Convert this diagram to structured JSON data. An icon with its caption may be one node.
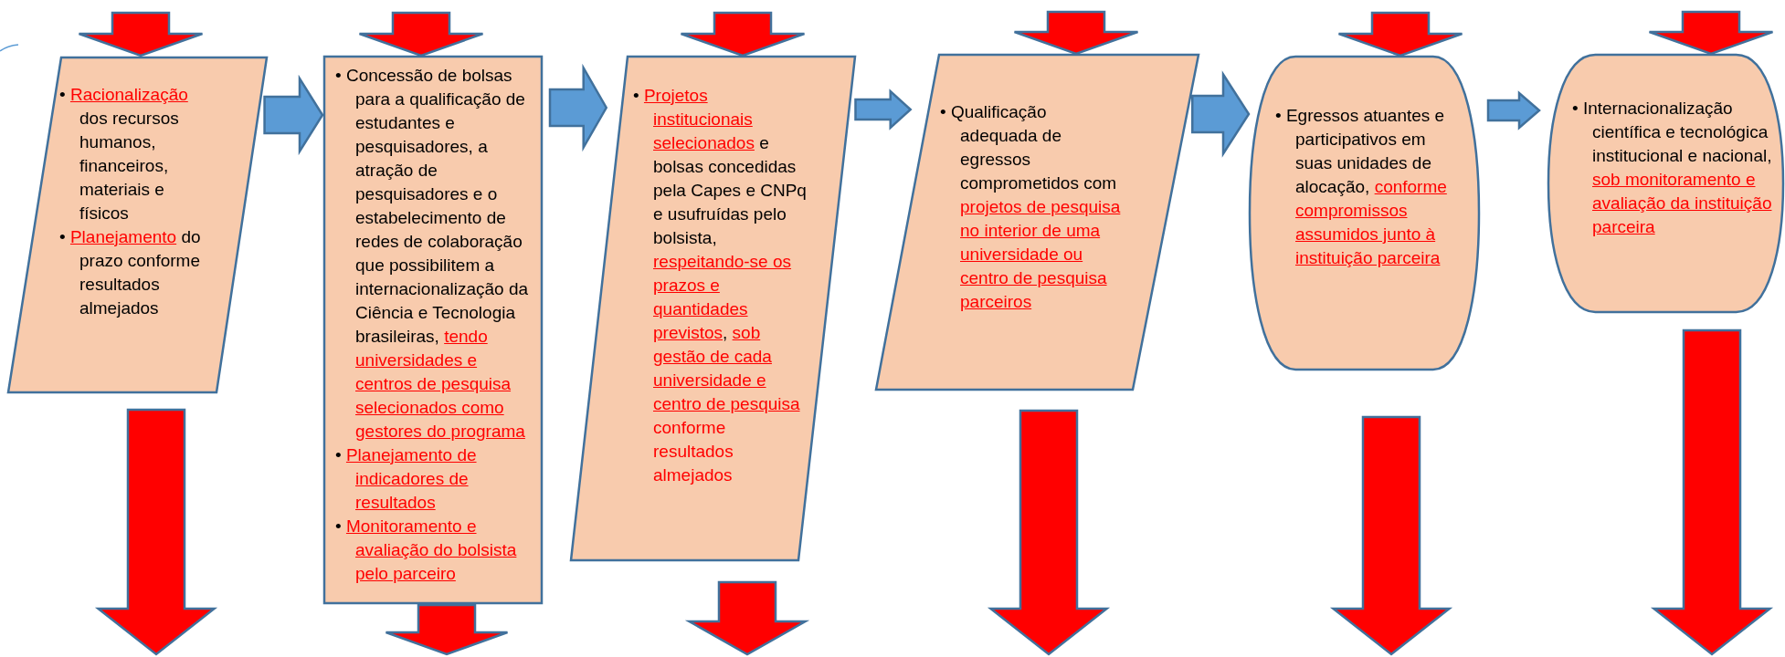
{
  "diagram": {
    "nodes": [
      {
        "text": [
          "• *Racionalização* dos recursos humanos, financeiros, materiais e físicos",
          "• *Planejamento* do prazo conforme resultados almejados"
        ]
      },
      {
        "text": [
          "• Concessão de bolsas para a qualificação de estudantes e pesquisadores, a atração de pesquisadores e o estabelecimento de redes de colaboração que possibilitem a internacionalização da Ciência e Tecnologia brasileiras, *tendo universidades e centros de pesquisa selecionados como gestores do programa*",
          "• *Planejamento de indicadores de resultados*",
          "• *Monitoramento e avaliação do bolsista pelo parceiro*"
        ]
      },
      {
        "text": [
          "• *Projetos institucionais selecionados* e bolsas concedidas pela Capes e CNPq e usufruídas pelo bolsista, *respeitando-se os prazos e quantidades previstos*, *sob gestão de cada universidade e centro de pesquisa* **conforme resultados almejados**"
        ]
      },
      {
        "text": [
          "• Qualificação adequada de egressos comprometidos com *projetos de pesquisa no interior de uma universidade ou centro de pesquisa parceiros*"
        ]
      },
      {
        "text": [
          "• Egressos atuantes e participativos em suas unidades de alocação, *conforme compromissos assumidos junto à instituição parceira*"
        ]
      },
      {
        "text": [
          "• Internacionalização científica e tecnológica institucional e nacional, *sob monitoramento e avaliação da instituição parceira*"
        ]
      }
    ],
    "edges": [
      {
        "from": 0,
        "to": 1,
        "arrow": "to",
        "color": "#5b9bd5"
      },
      {
        "from": 1,
        "to": 2,
        "arrow": "to",
        "color": "#5b9bd5"
      },
      {
        "from": 2,
        "to": 3,
        "arrow": "to",
        "color": "#5b9bd5"
      },
      {
        "from": 3,
        "to": 4,
        "arrow": "to",
        "color": "#5b9bd5"
      },
      {
        "from": 4,
        "to": 5,
        "arrow": "to",
        "color": "#5b9bd5"
      },
      {
        "from": null,
        "to": 0,
        "arrow": "to",
        "color": "#ff0000"
      },
      {
        "from": null,
        "to": 1,
        "arrow": "to",
        "color": "#ff0000"
      },
      {
        "from": null,
        "to": 2,
        "arrow": "to",
        "color": "#ff0000"
      },
      {
        "from": null,
        "to": 3,
        "arrow": "to",
        "color": "#ff0000"
      },
      {
        "from": null,
        "to": 4,
        "arrow": "to",
        "color": "#ff0000"
      },
      {
        "from": null,
        "to": 5,
        "arrow": "to",
        "color": "#ff0000"
      },
      {
        "from": 0,
        "to": null,
        "arrow": "to",
        "color": "#ff0000"
      },
      {
        "from": 1,
        "to": null,
        "arrow": "to",
        "color": "#ff0000"
      },
      {
        "from": 2,
        "to": null,
        "arrow": "to",
        "color": "#ff0000"
      },
      {
        "from": 3,
        "to": null,
        "arrow": "to",
        "color": "#ff0000"
      },
      {
        "from": 4,
        "to": null,
        "arrow": "to",
        "color": "#ff0000"
      },
      {
        "from": 5,
        "to": null,
        "arrow": "to",
        "color": "#ff0000"
      }
    ]
  }
}
